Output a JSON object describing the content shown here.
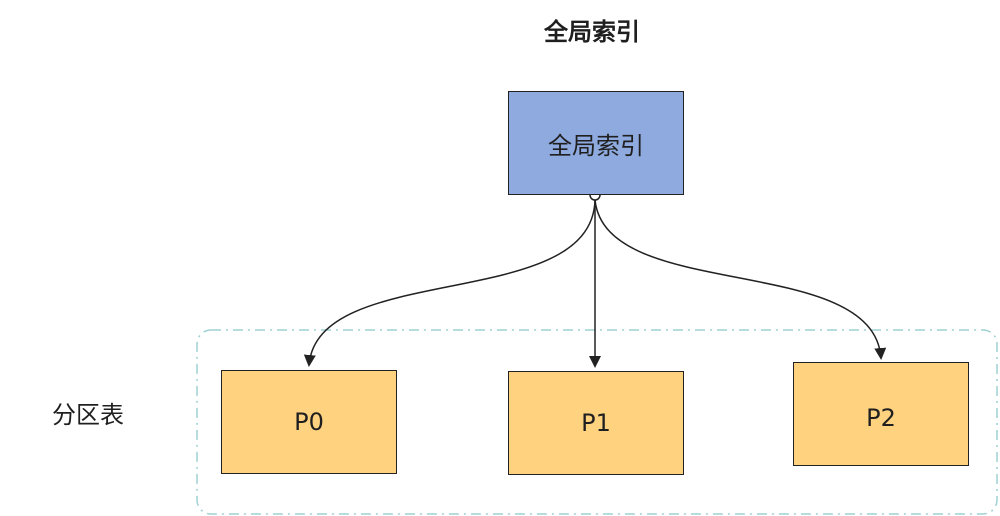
{
  "diagram": {
    "title": "全局索引",
    "global_index_label": "全局索引",
    "partition_table_label": "分区表",
    "partitions": [
      {
        "label": "P0"
      },
      {
        "label": "P1"
      },
      {
        "label": "P2"
      }
    ],
    "colors": {
      "global_index_fill": "#8eaadf",
      "partition_fill": "#ffd280",
      "container_border": "#9fd0d2",
      "line": "#222222"
    }
  }
}
